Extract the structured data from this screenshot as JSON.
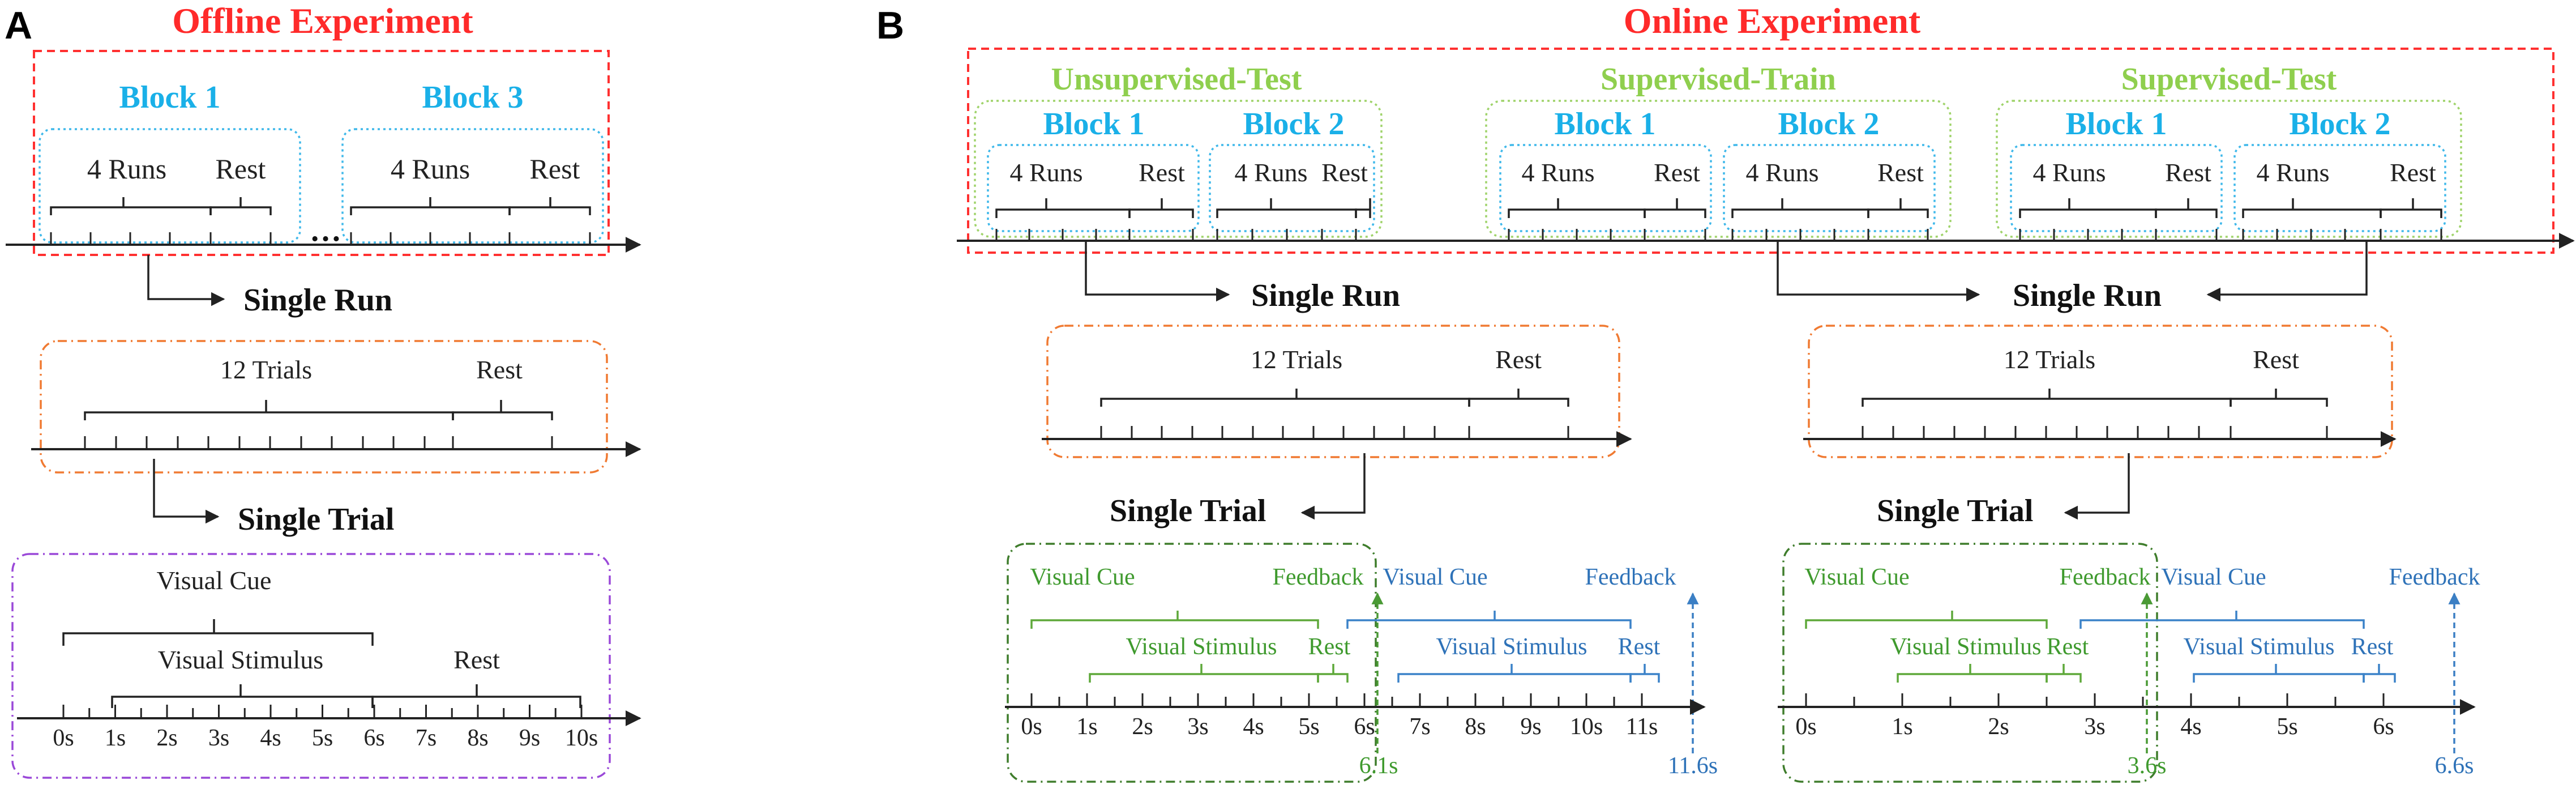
{
  "panel_a": {
    "letter": "A",
    "title": "Offline Experiment",
    "block_first": "Block 1",
    "block_last": "Block 3",
    "runs_label": "4 Runs",
    "rest_label": "Rest",
    "ellipsis": "…",
    "single_run_label": "Single Run",
    "trials_label": "12 Trials",
    "single_trial_label": "Single Trial",
    "visual_cue_label": "Visual Cue",
    "visual_stimulus_label": "Visual Stimulus",
    "time_ticks": [
      "0s",
      "1s",
      "2s",
      "3s",
      "4s",
      "5s",
      "6s",
      "7s",
      "8s",
      "9s",
      "10s"
    ]
  },
  "panel_b": {
    "letter": "B",
    "title": "Online Experiment",
    "phases": [
      "Unsupervised-Test",
      "Supervised-Train",
      "Supervised-Test"
    ],
    "block_labels": [
      "Block 1",
      "Block 2"
    ],
    "runs_label": "4 Runs",
    "rest_label": "Rest",
    "single_run_label": "Single Run",
    "trials_label": "12 Trials",
    "single_trial_label": "Single Trial",
    "visual_cue_label": "Visual Cue",
    "visual_stimulus_label": "Visual Stimulus",
    "feedback_label": "Feedback",
    "left_ticks": [
      "0s",
      "1s",
      "2s",
      "3s",
      "4s",
      "5s",
      "6s",
      "7s",
      "8s",
      "9s",
      "10s",
      "11s"
    ],
    "left_feedback_times": [
      "6.1s",
      "11.6s"
    ],
    "right_ticks": [
      "0s",
      "1s",
      "2s",
      "3s",
      "4s",
      "5s",
      "6s"
    ],
    "right_feedback_times": [
      "3.6s",
      "6.6s"
    ]
  },
  "colors": {
    "title_red": "#ff2a2a",
    "block_cyan": "#1ab0e8",
    "phase_green": "#8fcf4e",
    "orange_border": "#f07a32",
    "purple_border": "#9a48d8",
    "trial1_green": "#3f9a2e",
    "trial2_blue": "#2e72b8"
  }
}
